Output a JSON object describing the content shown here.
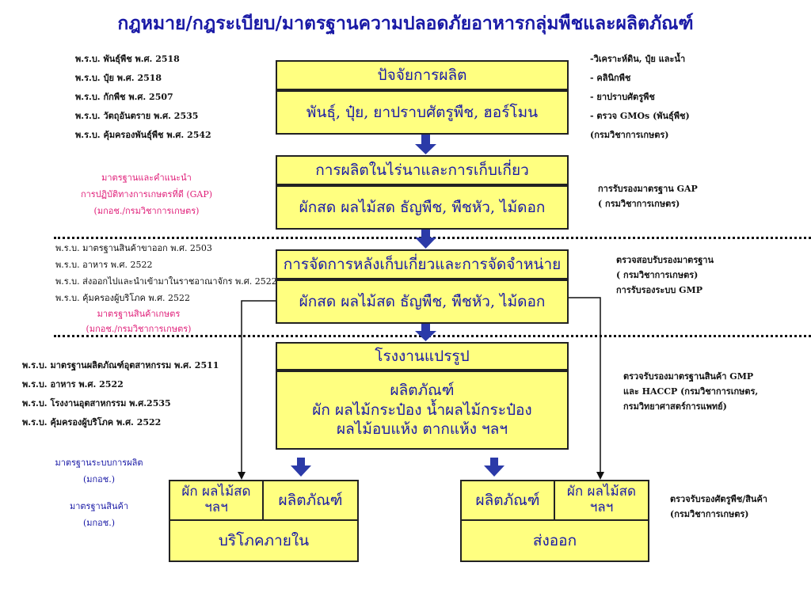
{
  "title": "กฎหมาย/กฎระเบียบ/มาตรฐานความปลอดภัยอาหารกลุ่มพืชและผลิตภัณฑ์",
  "stage1": {
    "header": "ปัจจัยการผลิต",
    "detail": "พันธุ์, ปุ๋ย, ยาปราบศัตรูพืช, ฮอร์โมน",
    "laws": [
      "พ.ร.บ. พันธุ์พืช พ.ศ. 2518",
      "พ.ร.บ. ปุ๋ย พ.ศ. 2518",
      "พ.ร.บ. กักพืช พ.ศ. 2507",
      "พ.ร.บ. วัตถุอันตราย พ.ศ. 2535",
      "พ.ร.บ. คุ้มครองพันธุ์พืช พ.ศ. 2542"
    ],
    "right": [
      "-วิเคราะห์ดิน, ปุ๋ย และน้ำ",
      "- คลินิกพืช",
      "- ยาปราบศัตรูพืช",
      "- ตรวจ GMOs (พันธุ์พืช)",
      "(กรมวิชาการเกษตร)"
    ]
  },
  "stage2": {
    "header": "การผลิตในไร่นาและการเก็บเกี่ยว",
    "detail": "ผักสด ผลไม้สด ธัญพืช, พืชหัว, ไม้ดอก",
    "left": [
      "มาตรฐานและคำแนะนำ",
      "การปฏิบัติทางการเกษตรที่ดี (GAP)",
      "(มกอช./กรมวิชาการเกษตร)"
    ],
    "right": [
      "การรับรองมาตรฐาน GAP",
      "( กรมวิชาการเกษตร)"
    ]
  },
  "stage3": {
    "header": "การจัดการหลังเก็บเกี่ยวและการจัดจำหน่าย",
    "detail": "ผักสด ผลไม้สด ธัญพืช, พืชหัว, ไม้ดอก",
    "laws": [
      "พ.ร.บ. มาตรฐานสินค้าขาออก พ.ศ. 2503",
      "พ.ร.บ. อาหาร พ.ศ. 2522",
      "พ.ร.บ. ส่งออกไปและนำเข้ามาในราชอาณาจักร พ.ศ. 2522",
      "พ.ร.บ. คุ้มครองผู้บริโภค พ.ศ. 2522"
    ],
    "left_note": [
      "มาตรฐานสินค้าเกษตร",
      "(มกอช./กรมวิชาการเกษตร)"
    ],
    "right": [
      "ตรวจสอบรับรองมาตรฐาน",
      "( กรมวิชาการเกษตร)",
      "การรับรองระบบ GMP"
    ]
  },
  "stage4": {
    "header": "โรงงานแปรรูป",
    "detail": [
      "ผลิตภัณฑ์",
      "ผัก ผลไม้กระป๋อง น้ำผลไม้กระป๋อง",
      "ผลไม้อบแห้ง ตากแห้ง ฯลฯ"
    ],
    "laws": [
      "พ.ร.บ. มาตรฐานผลิตภัณฑ์อุตสาหกรรม พ.ศ. 2511",
      "พ.ร.บ. อาหาร พ.ศ. 2522",
      "พ.ร.บ. โรงงานอุตสาหกรรม พ.ศ.2535",
      "พ.ร.บ. คุ้มครองผู้บริโภค พ.ศ. 2522"
    ],
    "right": [
      "ตรวจรับรองมาตรฐานสินค้า GMP",
      "และ HACCP (กรมวิชาการเกษตร,",
      "กรมวิทยาศาสตร์การแพทย์)"
    ]
  },
  "domestic": {
    "fresh": "ผัก ผลไม้สด ฯลฯ",
    "product": "ผลิตภัณฑ์",
    "footer": "บริโภคภายใน"
  },
  "export": {
    "product": "ผลิตภัณฑ์",
    "fresh": "ผัก ผลไม้สด ฯลฯ",
    "footer": "ส่งออก",
    "right": [
      "ตรวจรับรองศัตรูพืช/สินค้า",
      "(กรมวิชาการเกษตร)"
    ]
  },
  "bottom_left": {
    "system": [
      "มาตรฐานระบบการผลิต",
      "(มกอช.)"
    ],
    "product": [
      "มาตรฐานสินค้า",
      "(มกอช.)"
    ]
  },
  "colors": {
    "box_fill": "#ffff80",
    "arrow": "#2b3aa8",
    "text_blue": "#1a1aa6",
    "pink": "#e0207a"
  }
}
